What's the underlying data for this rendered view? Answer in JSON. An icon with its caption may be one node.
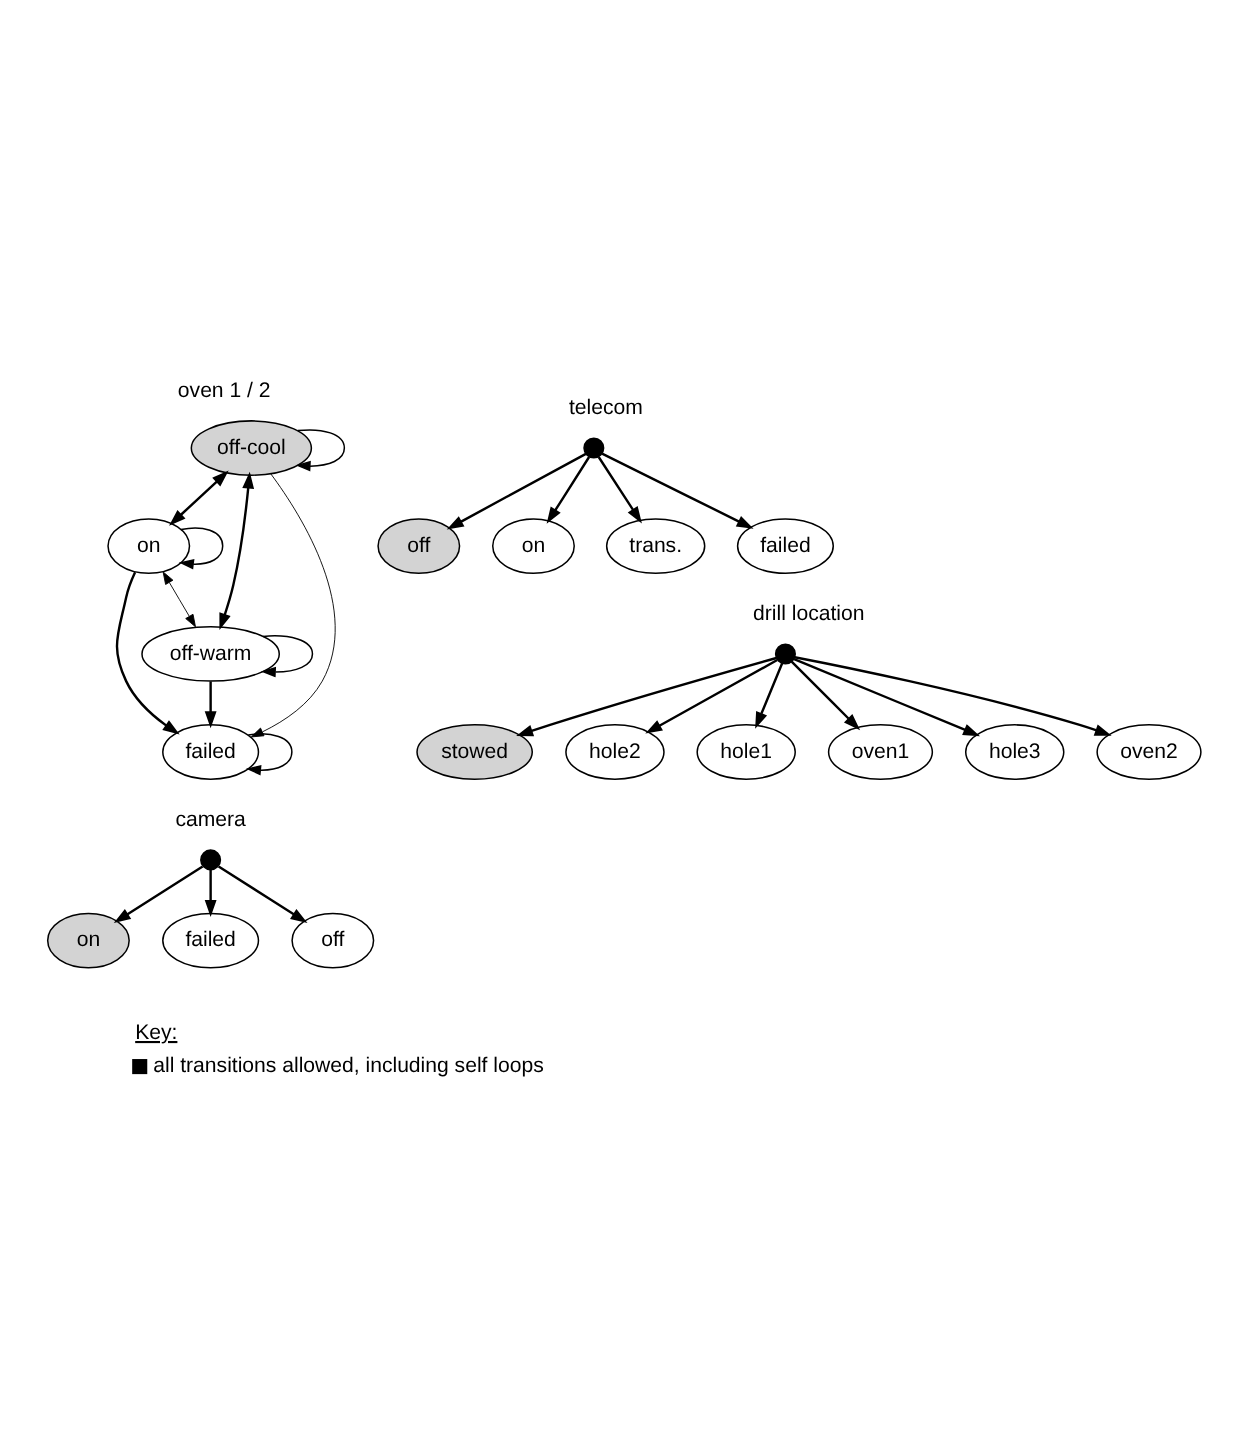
{
  "diagram": {
    "nodes": [
      {
        "text": [
          "off-cool"
        ]
      },
      {
        "text": [
          "on"
        ]
      },
      {
        "text": [
          "off-warm"
        ]
      },
      {
        "text": [
          "failed"
        ]
      },
      {
        "text": [
          "off"
        ]
      },
      {
        "text": [
          "on"
        ]
      },
      {
        "text": [
          "trans."
        ]
      },
      {
        "text": [
          "failed"
        ]
      },
      {
        "text": [],
        "shape": "circle"
      },
      {
        "text": [
          "on"
        ]
      },
      {
        "text": [
          "failed"
        ]
      },
      {
        "text": [
          "off"
        ]
      },
      {
        "text": [],
        "shape": "circle"
      },
      {
        "text": [
          "stowed"
        ]
      },
      {
        "text": [
          "hole2"
        ]
      },
      {
        "text": [
          "hole1"
        ]
      },
      {
        "text": [
          "oven1"
        ]
      },
      {
        "text": [
          "hole3"
        ]
      },
      {
        "text": [
          "oven2"
        ]
      },
      {
        "text": [],
        "shape": "circle"
      }
    ],
    "edges": [
      {
        "from": 0,
        "to": 0,
        "arrow": "to"
      },
      {
        "from": 1,
        "to": 1,
        "arrow": "to"
      },
      {
        "from": 0,
        "to": 1,
        "arrow": "both"
      },
      {
        "from": 0,
        "to": 2,
        "arrow": "both"
      },
      {
        "from": 0,
        "to": 3,
        "arrow": "to"
      },
      {
        "from": 1,
        "to": 2,
        "arrow": "both"
      },
      {
        "from": 1,
        "to": 3,
        "arrow": "to"
      },
      {
        "from": 2,
        "to": 2,
        "arrow": "to"
      },
      {
        "from": 3,
        "to": 3,
        "arrow": "to"
      },
      {
        "from": 2,
        "to": 3,
        "arrow": "to"
      },
      {
        "from": 8,
        "to": 4,
        "arrow": "to"
      },
      {
        "from": 8,
        "to": 5,
        "arrow": "to"
      },
      {
        "from": 8,
        "to": 6,
        "arrow": "to"
      },
      {
        "from": 8,
        "to": 7,
        "arrow": "to"
      },
      {
        "from": 12,
        "to": 9,
        "arrow": "to"
      },
      {
        "from": 12,
        "to": 10,
        "arrow": "to"
      },
      {
        "from": 12,
        "to": 11,
        "arrow": "to"
      },
      {
        "from": 19,
        "to": 13,
        "arrow": "to"
      },
      {
        "from": 19,
        "to": 14,
        "arrow": "to"
      },
      {
        "from": 19,
        "to": 15,
        "arrow": "to"
      },
      {
        "from": 19,
        "to": 16,
        "arrow": "to"
      },
      {
        "from": 19,
        "to": 17,
        "arrow": "to"
      },
      {
        "from": 19,
        "to": 18,
        "arrow": "to"
      }
    ],
    "labels": [
      "oven 1 / 2",
      "telecom",
      "camera",
      "drill location",
      "Key:"
    ],
    "legend": [
      {
        "text": "all transitions allowed, including self loops"
      }
    ]
  }
}
